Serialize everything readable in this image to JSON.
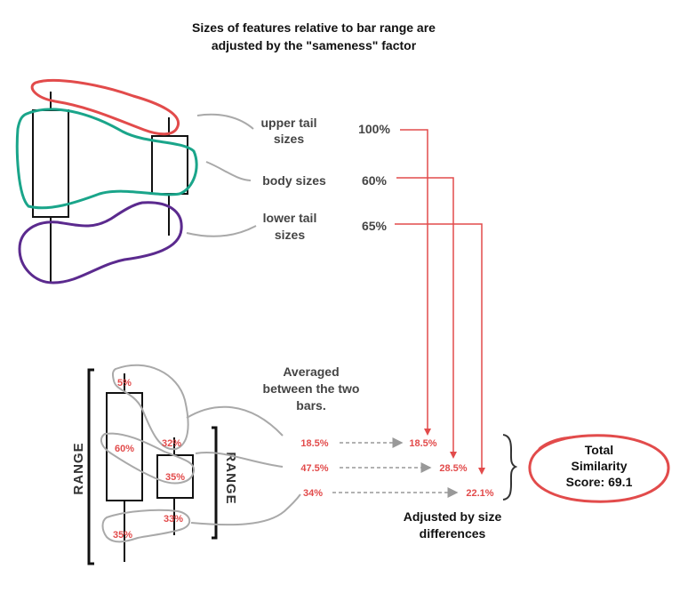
{
  "title": {
    "line1": "Sizes of features relative to bar range are",
    "line2": "adjusted by the \"sameness\" factor"
  },
  "features": [
    {
      "line1": "upper tail",
      "line2": "sizes",
      "factor": "100%"
    },
    {
      "line1": "body sizes",
      "line2": "",
      "factor": "60%"
    },
    {
      "line1": "lower tail",
      "line2": "sizes",
      "factor": "65%"
    }
  ],
  "bar_pcts": {
    "left_upper": "5%",
    "left_body": "60%",
    "left_lower": "35%",
    "right_upper": "32%",
    "right_body": "35%",
    "right_lower": "33%"
  },
  "range_label": "RANGE",
  "averaged": {
    "line1": "Averaged",
    "line2": "between the two",
    "line3": "bars."
  },
  "averaged_values": [
    "18.5%",
    "47.5%",
    "34%"
  ],
  "adjusted_values": [
    "18.5%",
    "28.5%",
    "22.1%"
  ],
  "adjusted_caption": {
    "line1": "Adjusted by size",
    "line2": "differences"
  },
  "total": {
    "line1": "Total",
    "line2": "Similarity",
    "line3": "Score: 69.1"
  },
  "colors": {
    "red": "#e24b4b",
    "teal": "#1aa58a",
    "purple": "#5b2a8e",
    "gray": "#a9a9a9"
  }
}
